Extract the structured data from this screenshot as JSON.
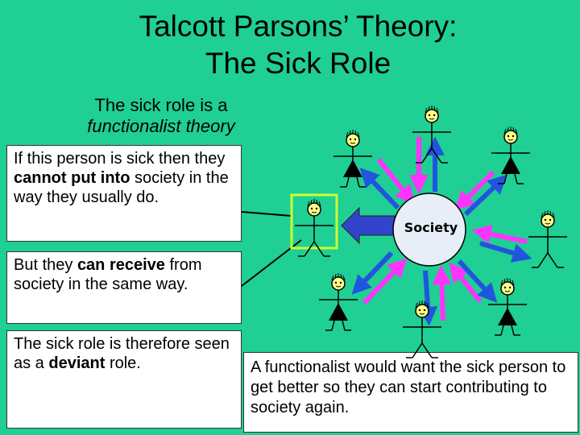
{
  "title": {
    "line1": "Talcott Parsons’ Theory:",
    "line2": "The Sick Role"
  },
  "subtitle": {
    "line1": "The sick role is a",
    "line2": "functionalist theory"
  },
  "box1": {
    "part1": "If this person is sick then they ",
    "bold": "cannot put into",
    "part2": " society in the way they usually do."
  },
  "box2": {
    "part1": "But they ",
    "bold": "can receive",
    "part2": " from society in the same way."
  },
  "box3": {
    "part1": "The sick role is therefore seen as a ",
    "bold": "deviant",
    "part2": " role."
  },
  "box4": {
    "text": "A functionalist would want the sick person to get better so they can start contributing to society again."
  },
  "society": {
    "label": "Society"
  },
  "colors": {
    "background": "#1fcf93",
    "arrow_out": "#ff33ff",
    "arrow_in": "#2255dd",
    "highlight_frame": "#ccff33",
    "center_fill": "#e8eef8"
  }
}
